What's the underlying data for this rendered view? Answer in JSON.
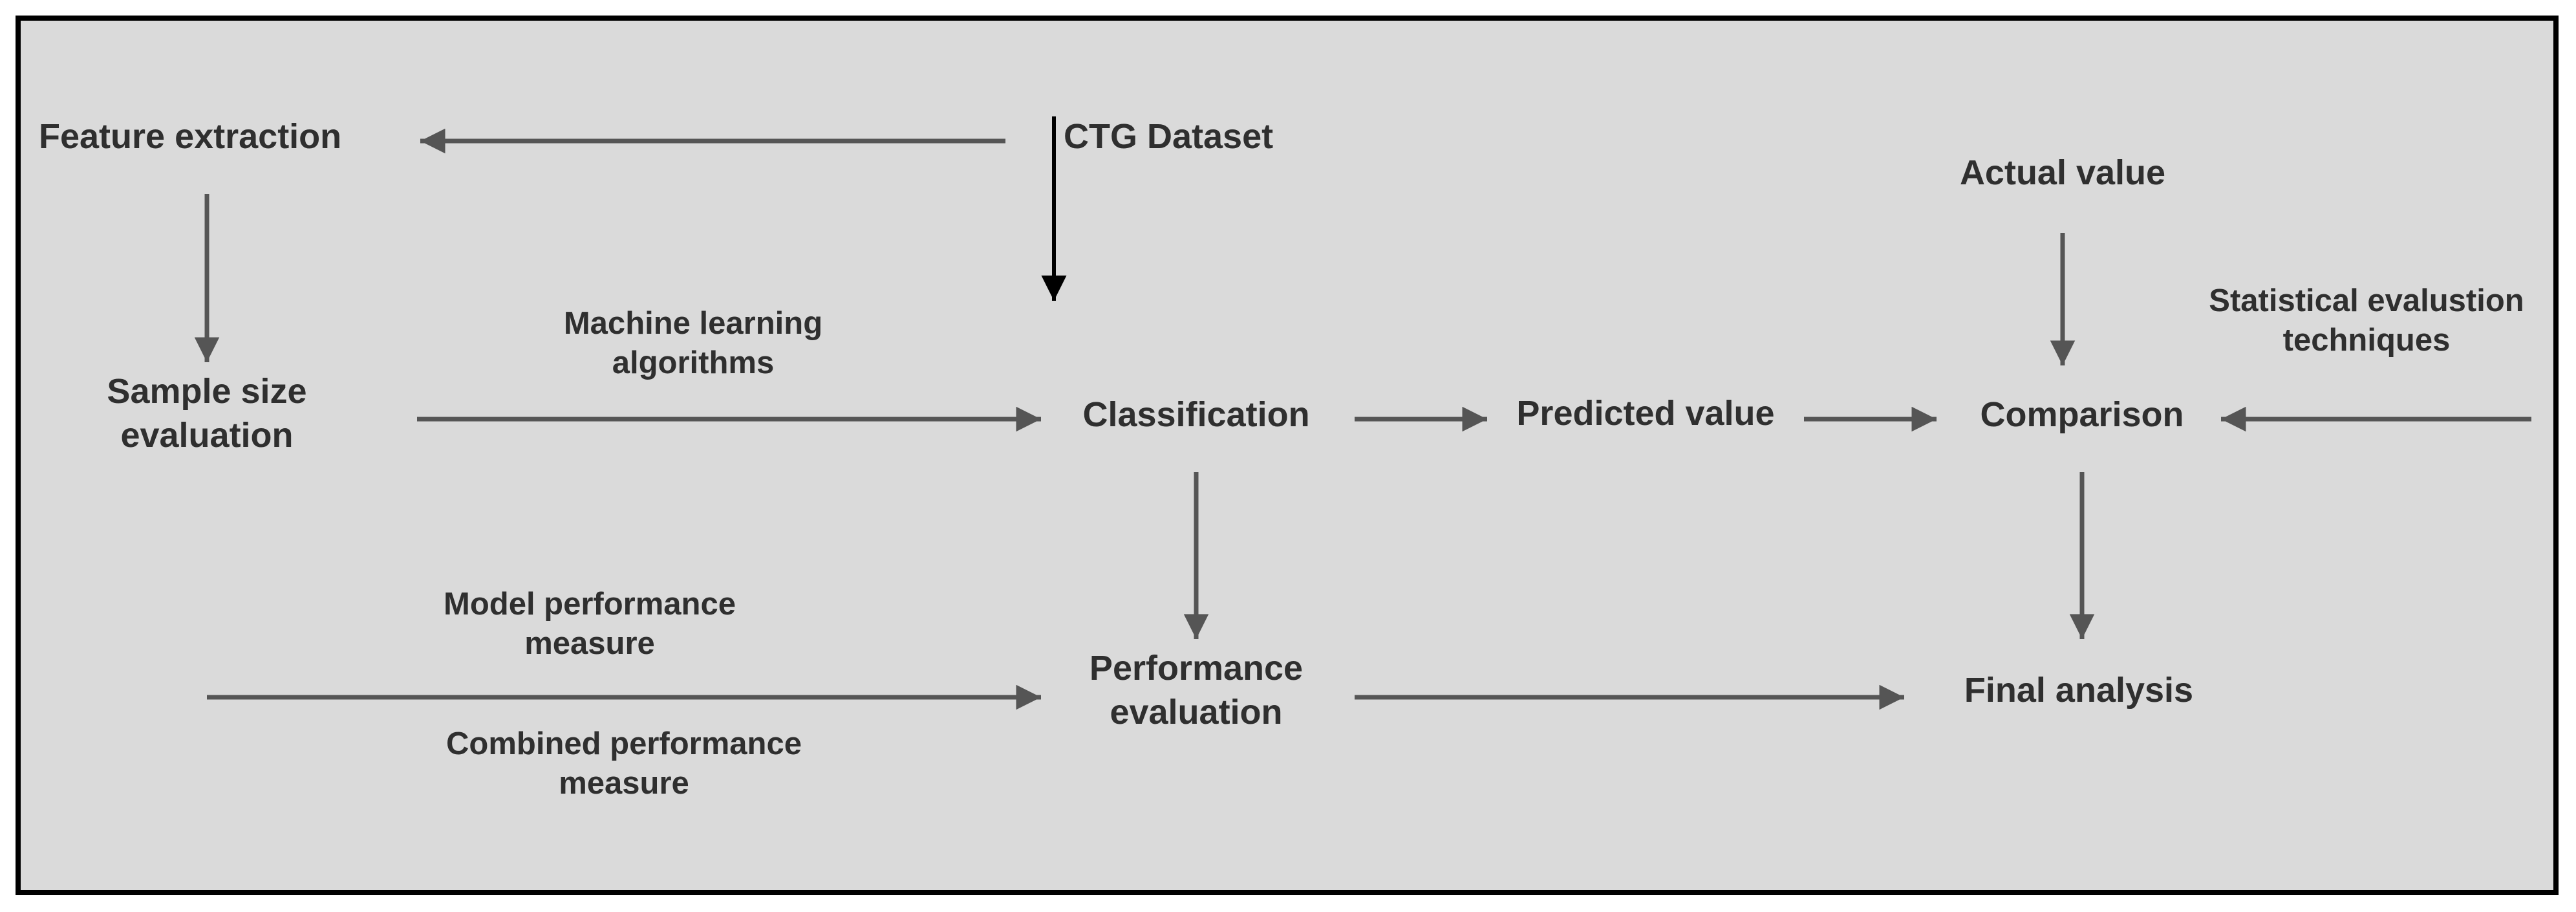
{
  "nodes": {
    "feature_extraction": "Feature extraction",
    "ctg_dataset": "CTG Dataset",
    "sample_size": [
      "Sample size",
      "evaluation"
    ],
    "classification": "Classification",
    "predicted_value": "Predicted value",
    "actual_value": "Actual value",
    "comparison": "Comparison",
    "performance_evaluation": [
      "Performance",
      "evaluation"
    ],
    "final_analysis": "Final analysis"
  },
  "edge_labels": {
    "ml_algorithms": [
      "Machine learning",
      "algorithms"
    ],
    "model_performance": [
      "Model performance",
      "measure"
    ],
    "combined_performance": [
      "Combined performance",
      "measure"
    ],
    "statistical_techniques": [
      "Statistical evalustion",
      "techniques"
    ]
  },
  "colors": {
    "background": "#dadada",
    "border": "#000000",
    "text": "#2f2f2f",
    "arrow": "#555555",
    "arrow_emphasis": "#000000"
  }
}
